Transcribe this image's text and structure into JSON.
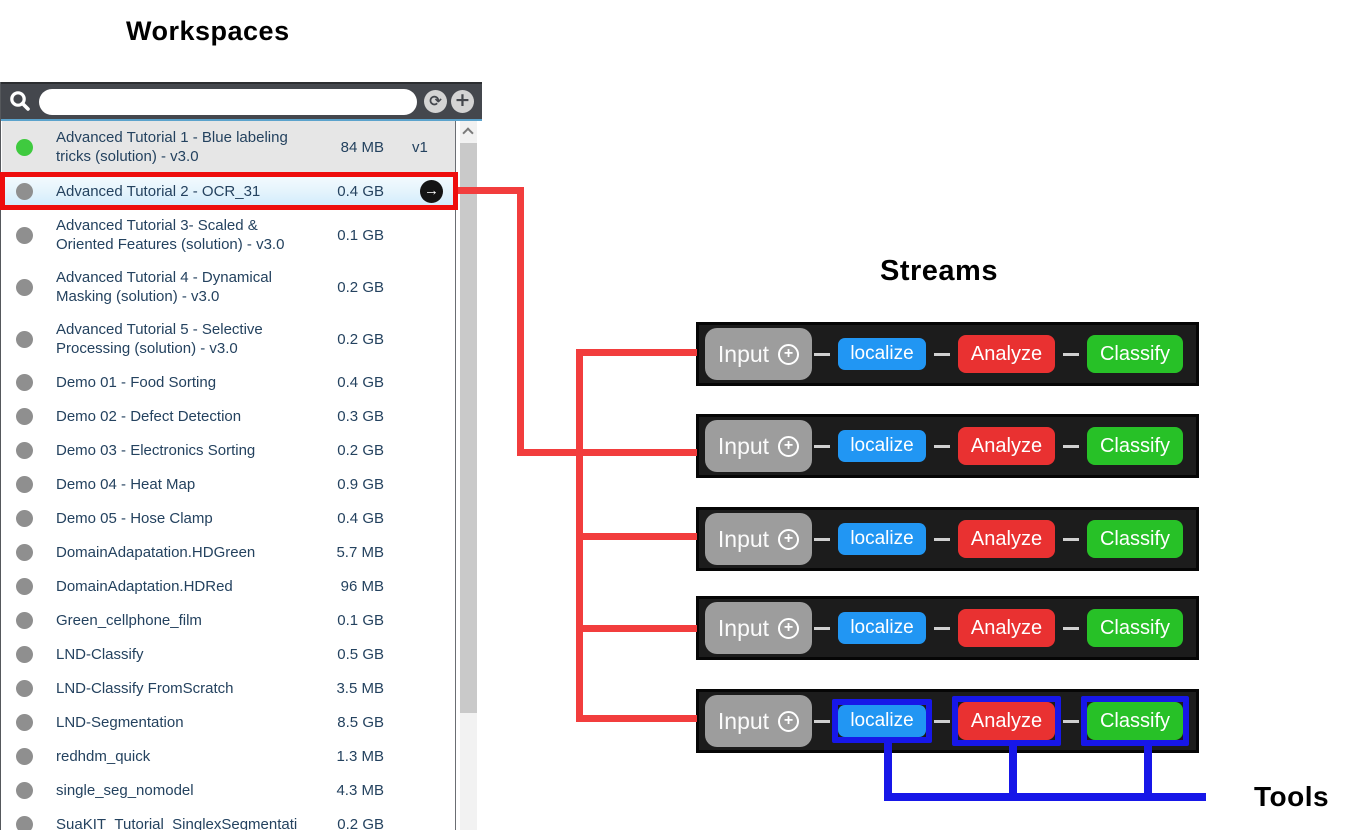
{
  "labels": {
    "workspaces_title": "Workspaces",
    "streams_title": "Streams",
    "tools_title": "Tools"
  },
  "search": {
    "value": "",
    "placeholder": ""
  },
  "workspaces": {
    "items": [
      {
        "name": "Advanced Tutorial 1 - Blue labeling\ntricks (solution) - v3.0",
        "size": "84 MB",
        "version": "v1",
        "dot": "green",
        "lines": 2,
        "shaded": true
      },
      {
        "name": "Advanced Tutorial 2 - OCR_31",
        "size": "0.4 GB",
        "version": "",
        "dot": "gray",
        "lines": 1,
        "selected": true,
        "arrow": true
      },
      {
        "name": "Advanced Tutorial 3- Scaled &\nOriented Features (solution) - v3.0",
        "size": "0.1 GB",
        "version": "",
        "dot": "gray",
        "lines": 2
      },
      {
        "name": "Advanced Tutorial 4 - Dynamical\nMasking (solution) - v3.0",
        "size": "0.2 GB",
        "version": "",
        "dot": "gray",
        "lines": 2
      },
      {
        "name": "Advanced Tutorial 5 - Selective\nProcessing  (solution) - v3.0",
        "size": "0.2 GB",
        "version": "",
        "dot": "gray",
        "lines": 2
      },
      {
        "name": "Demo 01 - Food Sorting",
        "size": "0.4 GB",
        "version": "",
        "dot": "gray",
        "lines": 1
      },
      {
        "name": "Demo 02 - Defect Detection",
        "size": "0.3 GB",
        "version": "",
        "dot": "gray",
        "lines": 1
      },
      {
        "name": "Demo 03 - Electronics Sorting",
        "size": "0.2 GB",
        "version": "",
        "dot": "gray",
        "lines": 1
      },
      {
        "name": "Demo 04 - Heat Map",
        "size": "0.9 GB",
        "version": "",
        "dot": "gray",
        "lines": 1
      },
      {
        "name": "Demo 05 - Hose Clamp",
        "size": "0.4 GB",
        "version": "",
        "dot": "gray",
        "lines": 1
      },
      {
        "name": "DomainAdapatation.HDGreen",
        "size": "5.7 MB",
        "version": "",
        "dot": "gray",
        "lines": 1
      },
      {
        "name": "DomainAdaptation.HDRed",
        "size": "96 MB",
        "version": "",
        "dot": "gray",
        "lines": 1
      },
      {
        "name": "Green_cellphone_film",
        "size": "0.1 GB",
        "version": "",
        "dot": "gray",
        "lines": 1
      },
      {
        "name": "LND-Classify",
        "size": "0.5 GB",
        "version": "",
        "dot": "gray",
        "lines": 1
      },
      {
        "name": "LND-Classify FromScratch",
        "size": "3.5 MB",
        "version": "",
        "dot": "gray",
        "lines": 1
      },
      {
        "name": "LND-Segmentation",
        "size": "8.5 GB",
        "version": "",
        "dot": "gray",
        "lines": 1
      },
      {
        "name": "redhdm_quick",
        "size": "1.3 MB",
        "version": "",
        "dot": "gray",
        "lines": 1
      },
      {
        "name": "single_seg_nomodel",
        "size": "4.3 MB",
        "version": "",
        "dot": "gray",
        "lines": 1
      },
      {
        "name": "SuaKIT_Tutorial_SinglexSegmentati",
        "size": "0.2 GB",
        "version": "",
        "dot": "gray",
        "lines": 1
      }
    ]
  },
  "streams": {
    "input_label": "Input",
    "tool_names": [
      "localize",
      "Analyze",
      "Classify"
    ],
    "rows": [
      {
        "highlighted": false
      },
      {
        "highlighted": false
      },
      {
        "highlighted": false
      },
      {
        "highlighted": false
      },
      {
        "highlighted": true
      }
    ]
  },
  "colors": {
    "tool_localize": "#2196f3",
    "tool_analyze": "#e93131",
    "tool_classify": "#27c127",
    "input_node": "#9d9d9d",
    "red_annotation": "#ee0d0d",
    "red_line": "#f23d3d",
    "blue_annotation": "#1717e8",
    "dot_green": "#3fca3f",
    "dot_gray": "#8f8f8f"
  }
}
